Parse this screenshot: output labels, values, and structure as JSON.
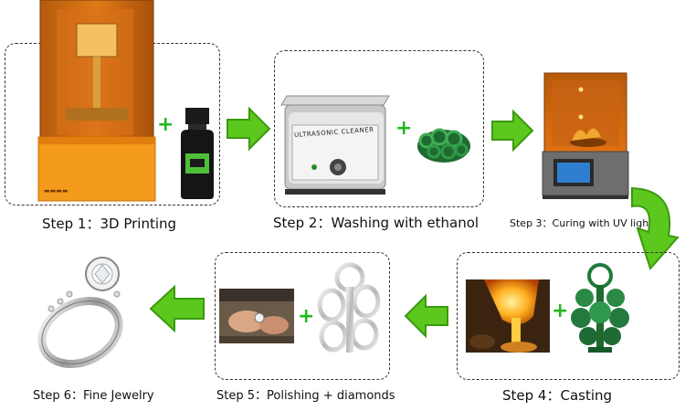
{
  "steps": [
    {
      "label": "Step 1：3D Printing"
    },
    {
      "label": "Step 2：Washing with ethanol"
    },
    {
      "label": "Step 3：Curing with UV light"
    },
    {
      "label": "Step 4：Casting"
    },
    {
      "label": "Step 5：Polishing + diamonds"
    },
    {
      "label": "Step 6：Fine Jewelry"
    }
  ],
  "plus_sign": "+",
  "cleaner_text": "ULTRASONIC CLEANER",
  "colors": {
    "arrow_green": "#5cc81e",
    "arrow_green_dark": "#3a9a0e",
    "printer_orange": "#f0901a",
    "resin_green": "#2e8b3a",
    "plus_green": "#22b822",
    "box_border": "#333333"
  },
  "icons": [
    "3d-printer-icon",
    "resin-bottle-icon",
    "ultrasonic-cleaner-icon",
    "green-resin-print-icon",
    "uv-curing-box-icon",
    "molten-metal-casting-icon",
    "green-tree-casting-icon",
    "polishing-hands-icon",
    "silver-rings-icon",
    "diamond-ring-icon",
    "right-arrow-icon",
    "left-arrow-icon",
    "curved-down-arrow-icon"
  ]
}
